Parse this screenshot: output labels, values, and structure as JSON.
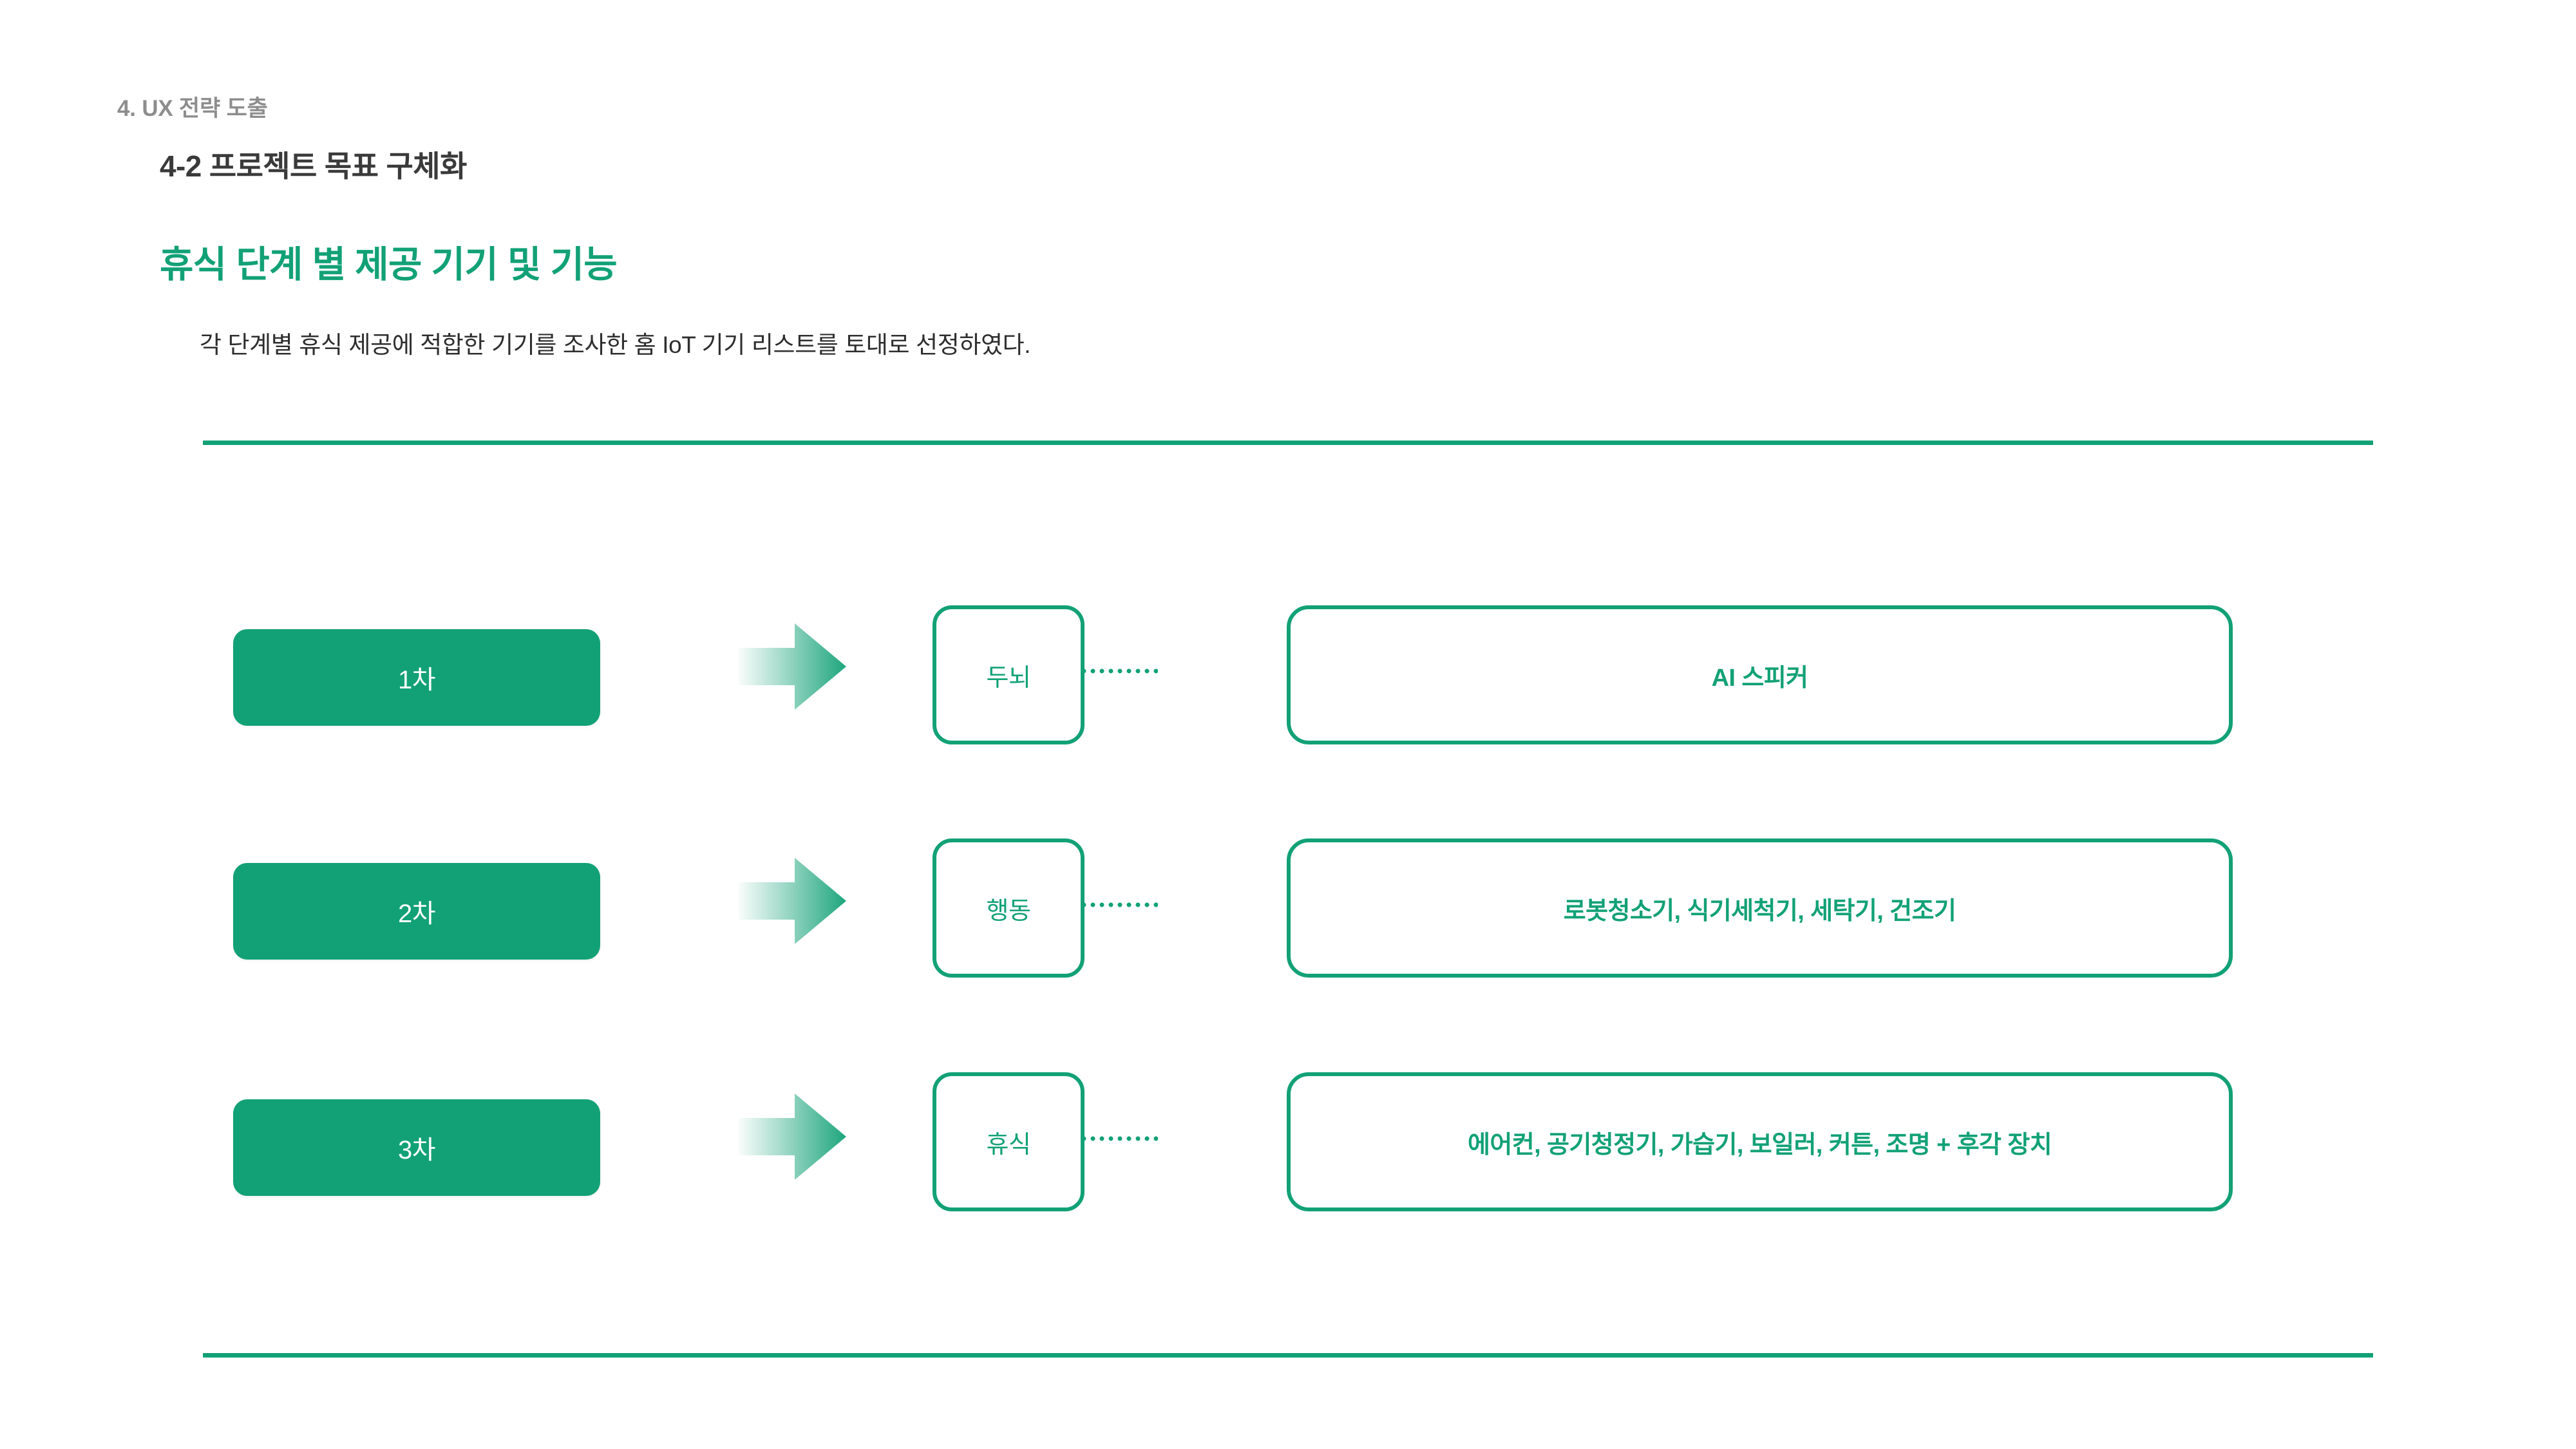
{
  "header": {
    "eyebrow": "4. UX 전략 도출",
    "subtitle": "4-2 프로젝트 목표 구체화",
    "headline": "휴식 단계 별 제공 기기 및 기능",
    "lede": "각 단계별 휴식 제공에 적합한 기기를 조사한 홈 IoT 기기 리스트를 토대로 선정하였다."
  },
  "colors": {
    "accent_green": "#12a176",
    "eyebrow_gray": "#8d8d8d",
    "subtitle_gray": "#3a3a3a",
    "body_text": "#2e2e2e",
    "pill_text": "#ffffff",
    "page_background": "#ffffff"
  },
  "flow": {
    "arrow_icon": "right-block-arrow-icon",
    "connector_icon": "dotted-connector-icon",
    "rows": [
      {
        "stage": "1차",
        "category": "두뇌",
        "devices": "AI 스피커"
      },
      {
        "stage": "2차",
        "category": "행동",
        "devices": "로봇청소기, 식기세척기, 세탁기, 건조기"
      },
      {
        "stage": "3차",
        "category": "휴식",
        "devices": "에어컨, 공기청정기, 가습기, 보일러, 커튼, 조명 + 후각 장치"
      }
    ]
  }
}
